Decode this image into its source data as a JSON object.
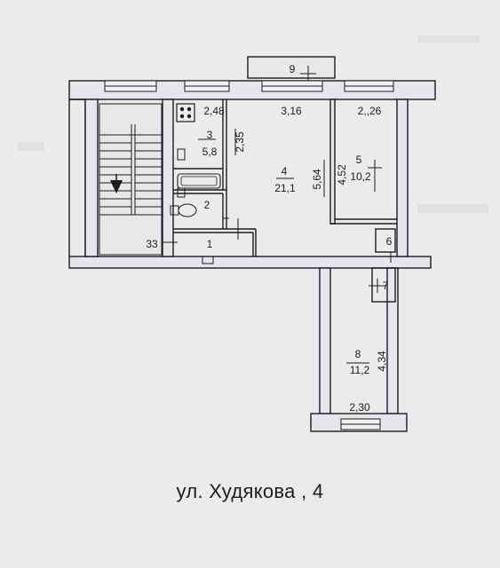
{
  "plan": {
    "address": "ул. Худякова , 4",
    "balcony_number": "9",
    "stair_number": "33",
    "rooms": [
      {
        "id": "1",
        "area": ""
      },
      {
        "id": "2",
        "area": ""
      },
      {
        "id": "3",
        "area": "5,8"
      },
      {
        "id": "4",
        "area": "21,1"
      },
      {
        "id": "5",
        "area": "10,2"
      },
      {
        "id": "6",
        "area": ""
      },
      {
        "id": "7",
        "area": ""
      },
      {
        "id": "8",
        "area": "11,2"
      }
    ],
    "dimensions": {
      "kitchen_width": "2,48",
      "kitchen_depth": "2,35",
      "living_width": "3,16",
      "living_depth": "5,64",
      "room5_width": "2,,26",
      "room5_depth": "4,52",
      "room8_width": "2,30",
      "room8_depth": "4,34"
    },
    "colors": {
      "paper": "#e9ebed",
      "wall": "#e4e6e9",
      "ink": "#1c1c1c"
    }
  }
}
